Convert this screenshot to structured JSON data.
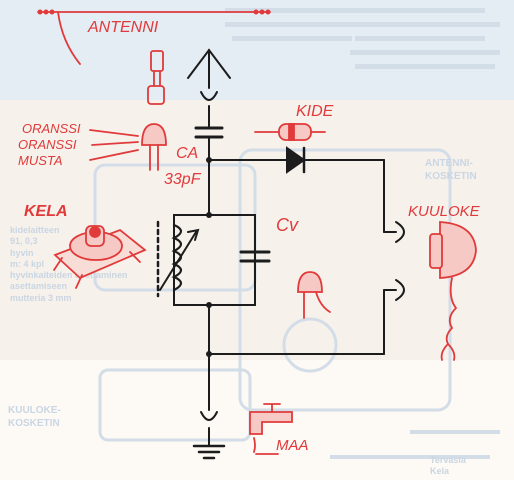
{
  "labels": {
    "antenna": "ANTENNI",
    "crystal": "KIDE",
    "wire_orange_1": "ORANSSI",
    "wire_orange_2": "ORANSSI",
    "wire_black": "MUSTA",
    "capacitor_ca": "CA",
    "capacitor_value": "33pF",
    "coil": "KELA",
    "variable_capacitor": "Cv",
    "earphone": "KUULOKE",
    "ground": "MAA"
  },
  "background_text": {
    "lines": [
      "kidelaitteen",
      "91, 0,3",
      "hyvin",
      "m: 4 kpl",
      "hyvinkaiteiden asettaminen",
      "asettamiseen",
      "mutteria 3 mm"
    ],
    "right_top": [
      "ANTENNI-",
      "KOSKETIN"
    ],
    "bottom_right": [
      "Tervasia",
      "Kela"
    ],
    "bottom_left": [
      "KUULOKE-",
      "KOSKETIN"
    ]
  },
  "colors": {
    "ink": "#1c1c1c",
    "accent_red": "#e03a3a",
    "background": "#fdf9f4",
    "faded_blue": "#c9d6e3"
  }
}
